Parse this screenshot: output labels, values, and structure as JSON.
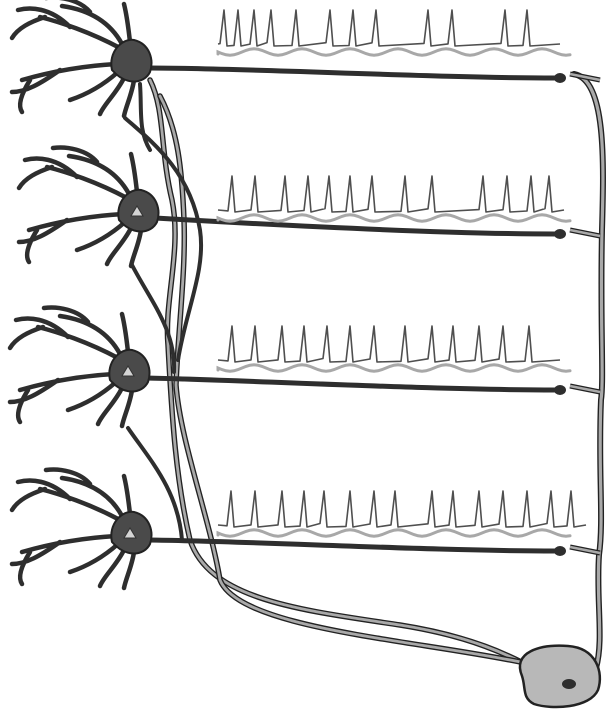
{
  "colors": {
    "neuron_fill": "#4a4a4a",
    "axon_stroke": "#2e2e2e",
    "glia_stroke": "#a9a9a9",
    "glia_fill": "#b8b8b8",
    "nucleus_fill": "#d4d4d4",
    "spike_stroke": "#4f4f4f",
    "oscillation_stroke": "#a8a8a8",
    "background": "#ffffff"
  },
  "neurons": [
    {
      "id": "neuron-1",
      "spike_count": 12
    },
    {
      "id": "neuron-2",
      "spike_count": 13
    },
    {
      "id": "neuron-3",
      "spike_count": 13
    },
    {
      "id": "neuron-4",
      "spike_count": 15
    }
  ],
  "interneuron": {
    "id": "shared-cell"
  }
}
